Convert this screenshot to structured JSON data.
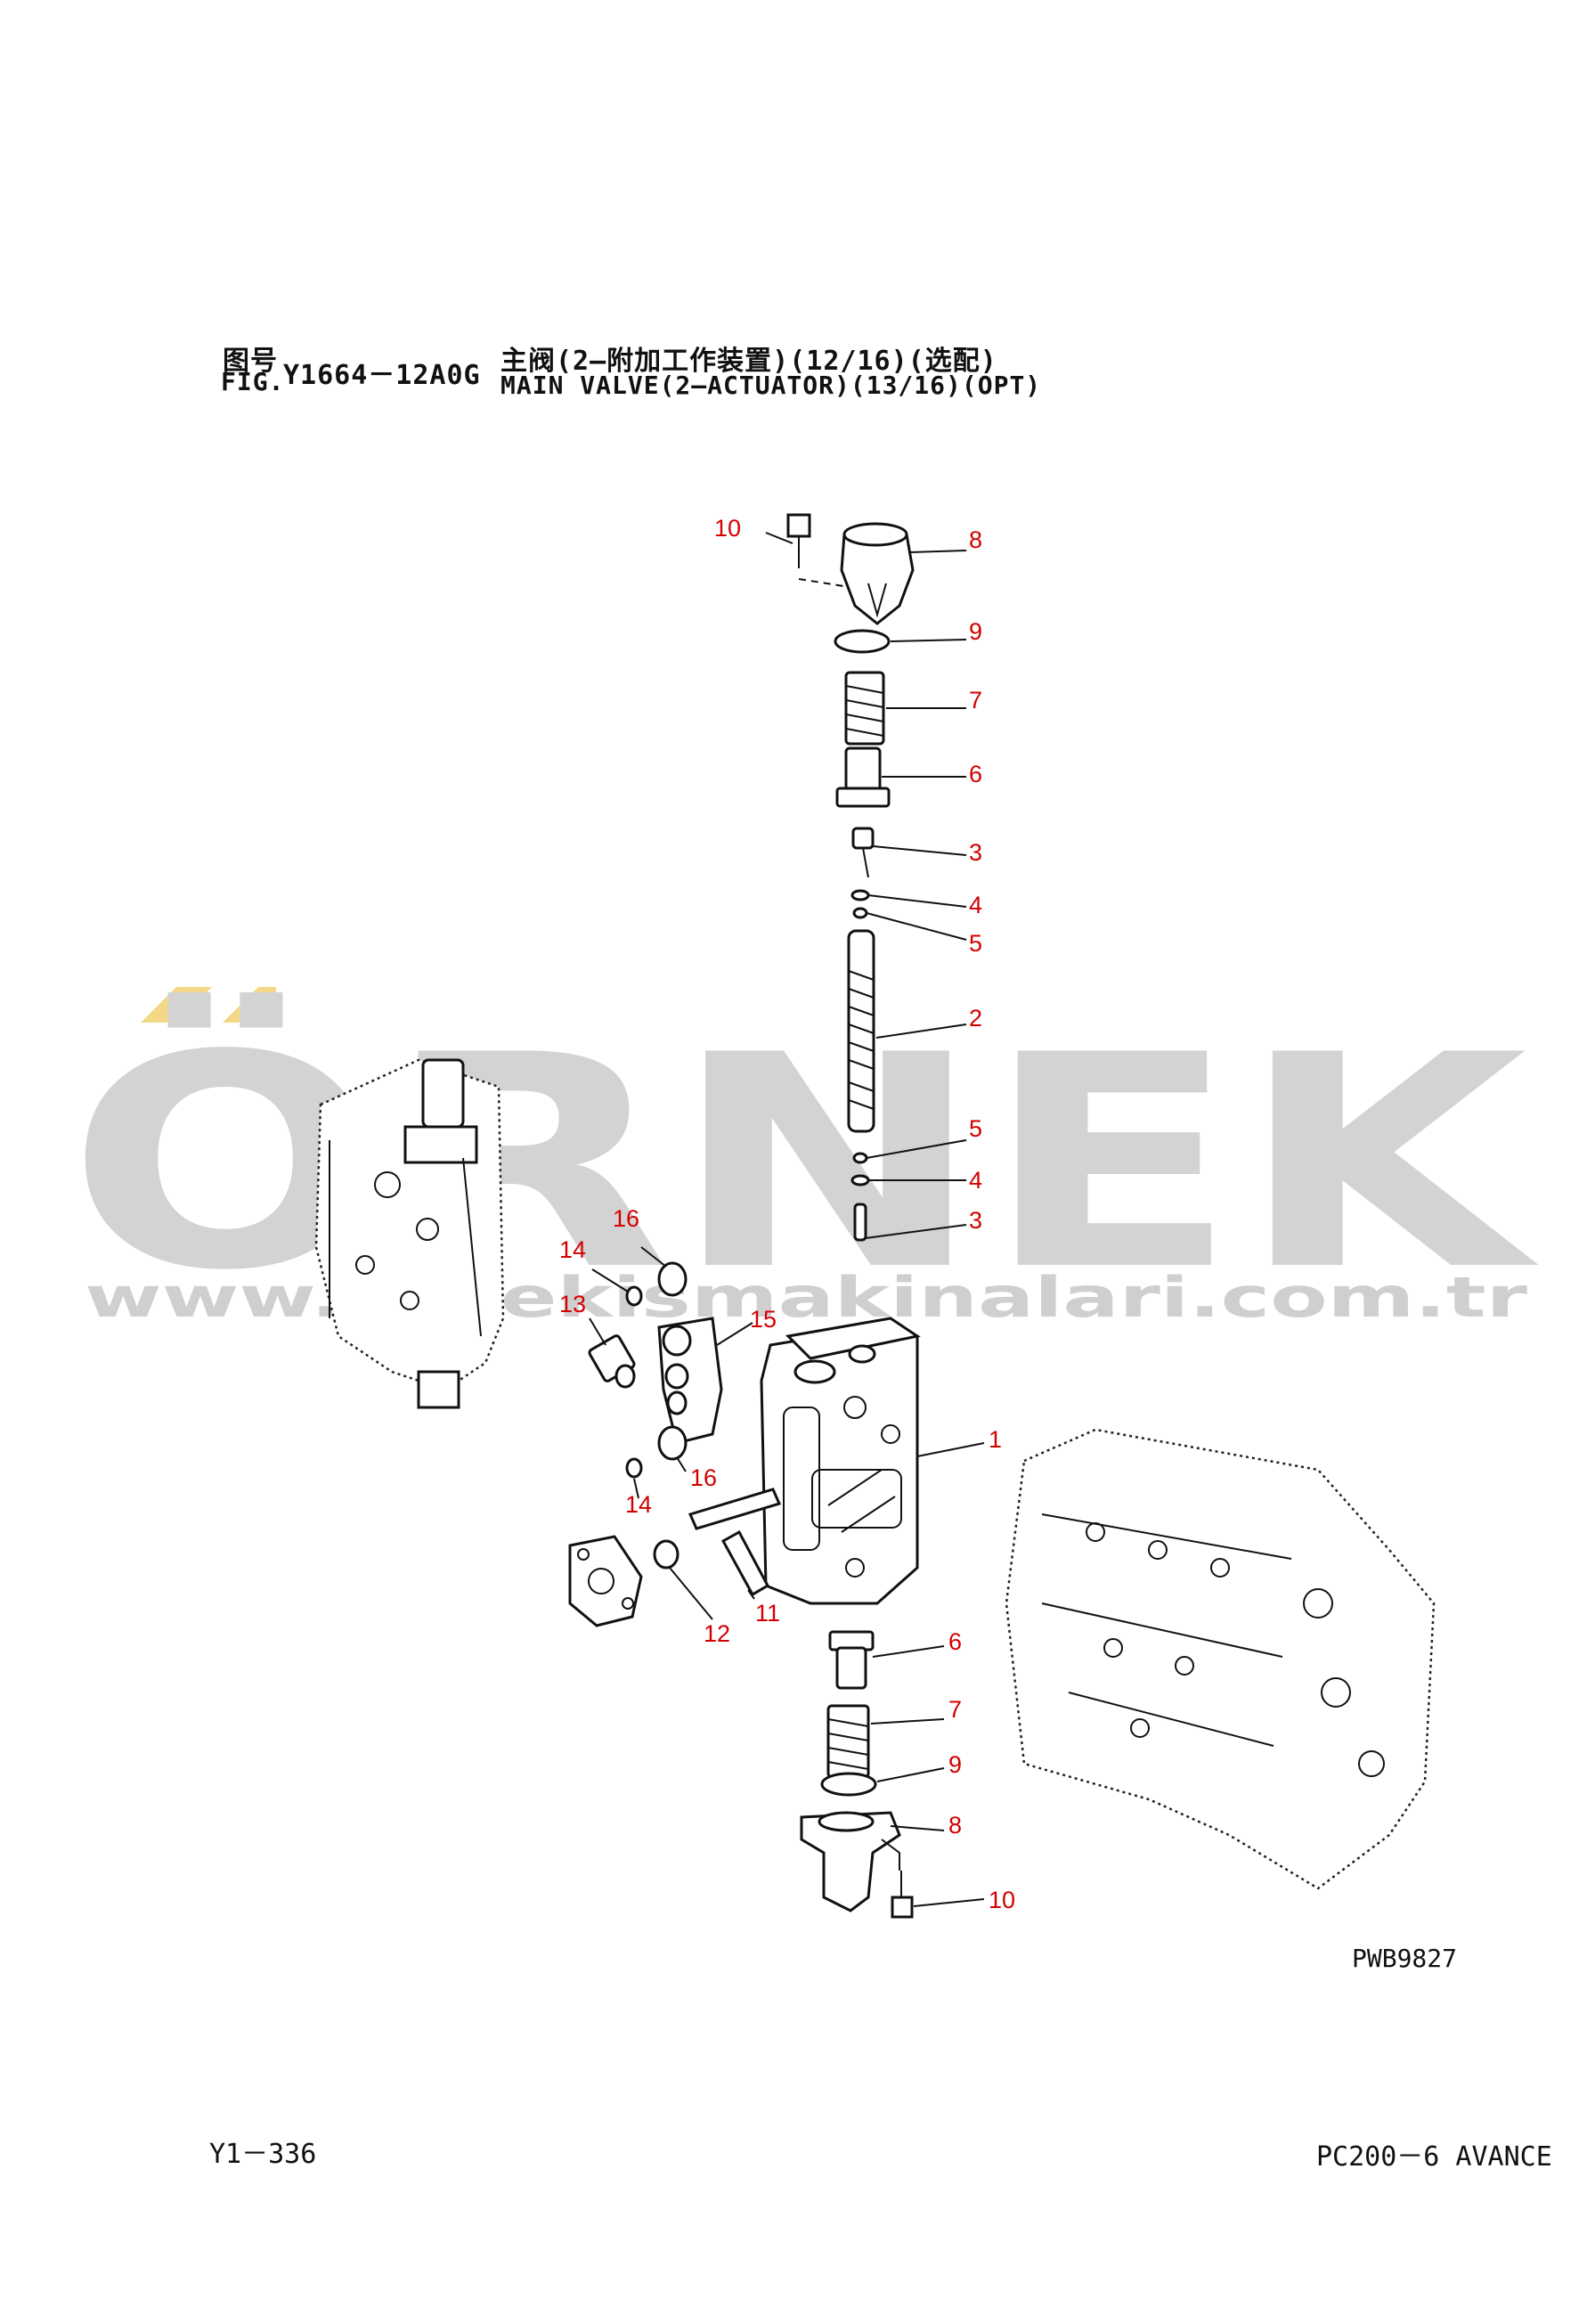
{
  "header": {
    "fig_label_cn": "图号",
    "fig_label_en": "FIG.",
    "fig_number": "Y1664－12A0G",
    "title_cn": "主阀(2—附加工作装置)(12/16)(选配)",
    "title_en": "MAIN VALVE(2—ACTUATOR)(13/16)(OPT)"
  },
  "watermark": {
    "brand": "ÖRNEK",
    "url": "www.ornekismakinalari.com.tr",
    "accent_color": "#f3d987",
    "text_color": "#d3d3d3"
  },
  "callouts": [
    {
      "id": "c10-top",
      "label": "10"
    },
    {
      "id": "c8-top",
      "label": "8"
    },
    {
      "id": "c9-top",
      "label": "9"
    },
    {
      "id": "c7-top",
      "label": "7"
    },
    {
      "id": "c6-top",
      "label": "6"
    },
    {
      "id": "c3-top",
      "label": "3"
    },
    {
      "id": "c4-top",
      "label": "4"
    },
    {
      "id": "c5-top",
      "label": "5"
    },
    {
      "id": "c2",
      "label": "2"
    },
    {
      "id": "c5-mid",
      "label": "5"
    },
    {
      "id": "c4-mid",
      "label": "4"
    },
    {
      "id": "c3-mid",
      "label": "3"
    },
    {
      "id": "c16-top",
      "label": "16"
    },
    {
      "id": "c14-top",
      "label": "14"
    },
    {
      "id": "c13",
      "label": "13"
    },
    {
      "id": "c15",
      "label": "15"
    },
    {
      "id": "c1",
      "label": "1"
    },
    {
      "id": "c16-bot",
      "label": "16"
    },
    {
      "id": "c14-bot",
      "label": "14"
    },
    {
      "id": "c11",
      "label": "11"
    },
    {
      "id": "c12",
      "label": "12"
    },
    {
      "id": "c6-bot",
      "label": "6"
    },
    {
      "id": "c7-bot",
      "label": "7"
    },
    {
      "id": "c9-bot",
      "label": "9"
    },
    {
      "id": "c8-bot",
      "label": "8"
    },
    {
      "id": "c10-bot",
      "label": "10"
    }
  ],
  "drawing_code": "PWB9827",
  "page_number": "Y1－336",
  "model": "PC200－6 AVANCE",
  "colors": {
    "callout": "#d40000",
    "line": "#111111"
  }
}
